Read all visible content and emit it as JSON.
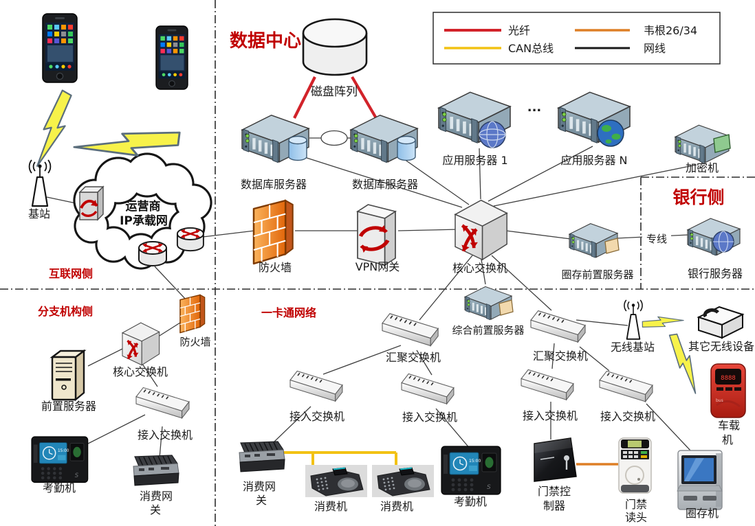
{
  "legend": {
    "items": [
      {
        "label": "光纤",
        "color": "#D2232A"
      },
      {
        "label": "韦根26/34",
        "color": "#DE7F26"
      },
      {
        "label": "CAN总线",
        "color": "#F2C214"
      },
      {
        "label": "网线",
        "color": "#1A1A1A"
      }
    ]
  },
  "sections": {
    "data_center": "数据中心",
    "internet": "互联网侧",
    "branch": "分支机构侧",
    "card_network": "一卡通网络",
    "bank": "银行侧"
  },
  "cloud": {
    "line1": "运营商",
    "line2": "IP承载网"
  },
  "nodes": {
    "base_station": "基站",
    "disk_array": "磁盘阵列",
    "db_server1": "数据库服务器",
    "db_server2": "数据库服务器",
    "app_server1": "应用服务器 1",
    "app_serverN": "应用服务器 N",
    "ellipsis": "...",
    "encryptor": "加密机",
    "firewall_dc": "防火墙",
    "vpn_gateway": "VPN网关",
    "core_switch": "核心交换机",
    "integrated_front": "综合前置服务器",
    "deposit_front": "圈存前置服务器",
    "dedicated_line": "专线",
    "bank_server": "银行服务器",
    "firewall_branch": "防火墙",
    "core_switch_branch": "核心交换机",
    "front_server": "前置服务器",
    "access_switch_branch": "接入交换机",
    "attendance_branch": "考勤机",
    "consume_gateway_branch": [
      "消费网",
      "关"
    ],
    "agg_switch_left": "汇聚交换机",
    "agg_switch_right": "汇聚交换机",
    "access_switch1": "接入交换机",
    "access_switch2": "接入交换机",
    "access_switch3": "接入交换机",
    "access_switch4": "接入交换机",
    "consume_gateway": [
      "消费网",
      "关"
    ],
    "pos1": "消费机",
    "pos2": "消费机",
    "attendance": "考勤机",
    "door_controller": [
      "门禁控",
      "制器"
    ],
    "door_reader": [
      "门禁",
      "读头"
    ],
    "wireless_station": "无线基站",
    "other_wireless": "其它无线设备",
    "vehicle_unit": [
      "车载",
      "机"
    ],
    "deposit_kiosk": "圈存机"
  }
}
